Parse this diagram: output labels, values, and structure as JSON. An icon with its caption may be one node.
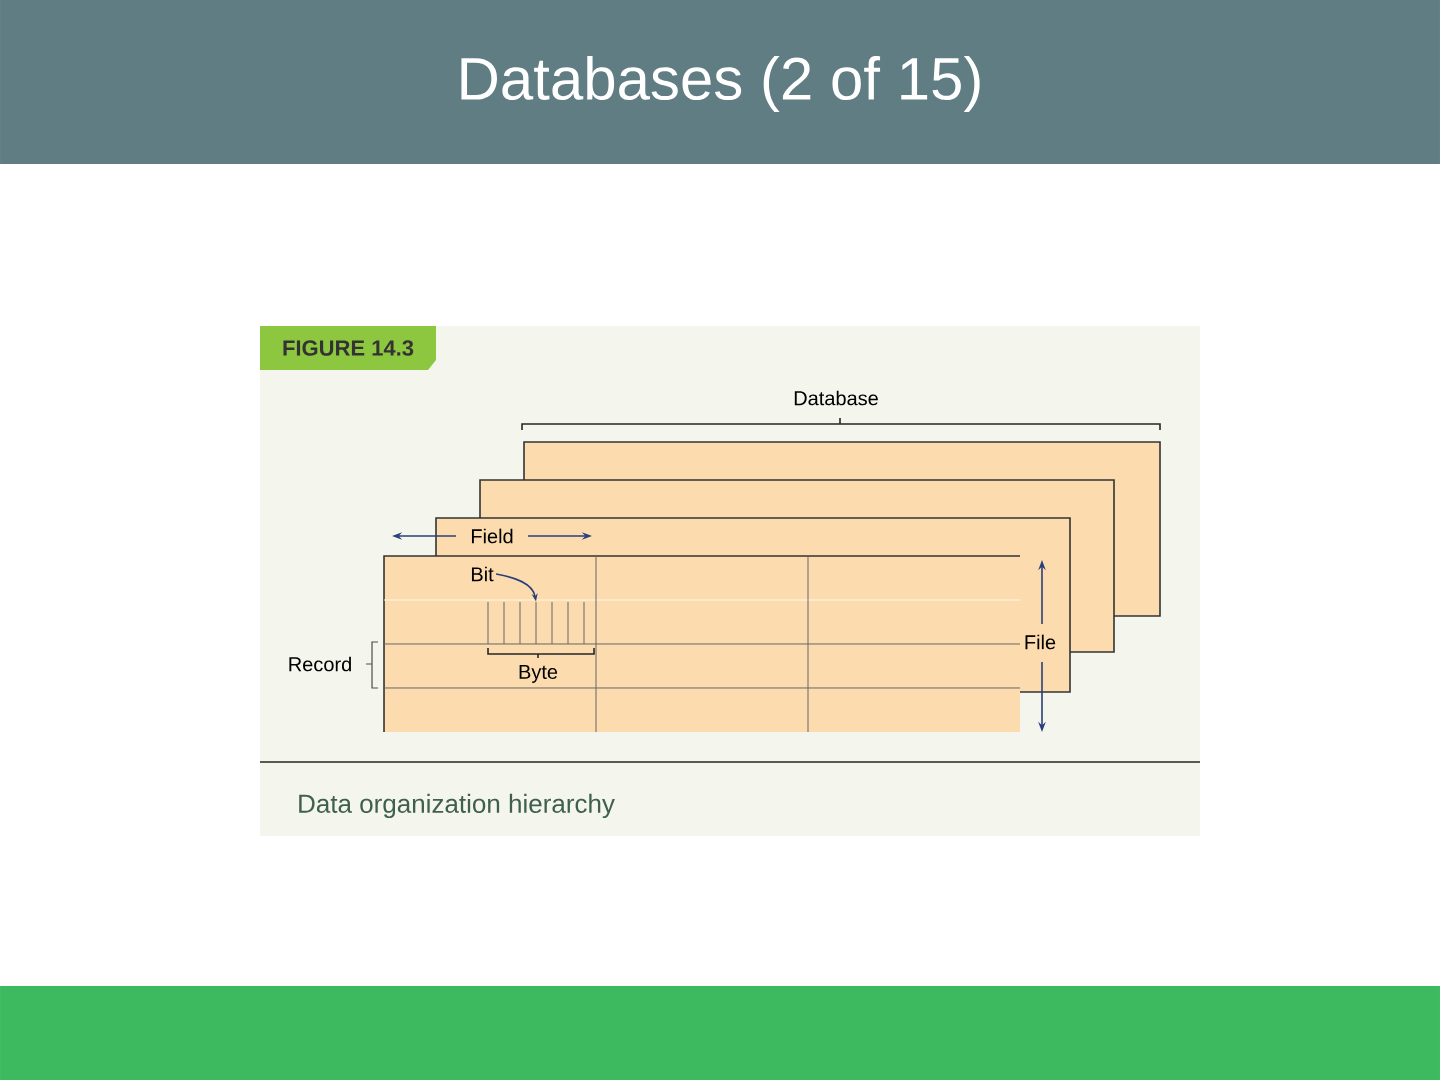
{
  "diagram": {
    "title": "Databases (2 of 15)",
    "caption": "Data organization hierarchy",
    "nodes": [
      {
        "text": [
          "Bit"
        ]
      },
      {
        "text": [],
        "shape": "bar"
      }
    ],
    "edges": [
      {
        "from": 0,
        "to": 1,
        "arrow": "to"
      }
    ],
    "labels": [
      "FIGURE 14.3",
      "Database",
      "Field",
      "Record",
      "Byte",
      "File"
    ]
  }
}
